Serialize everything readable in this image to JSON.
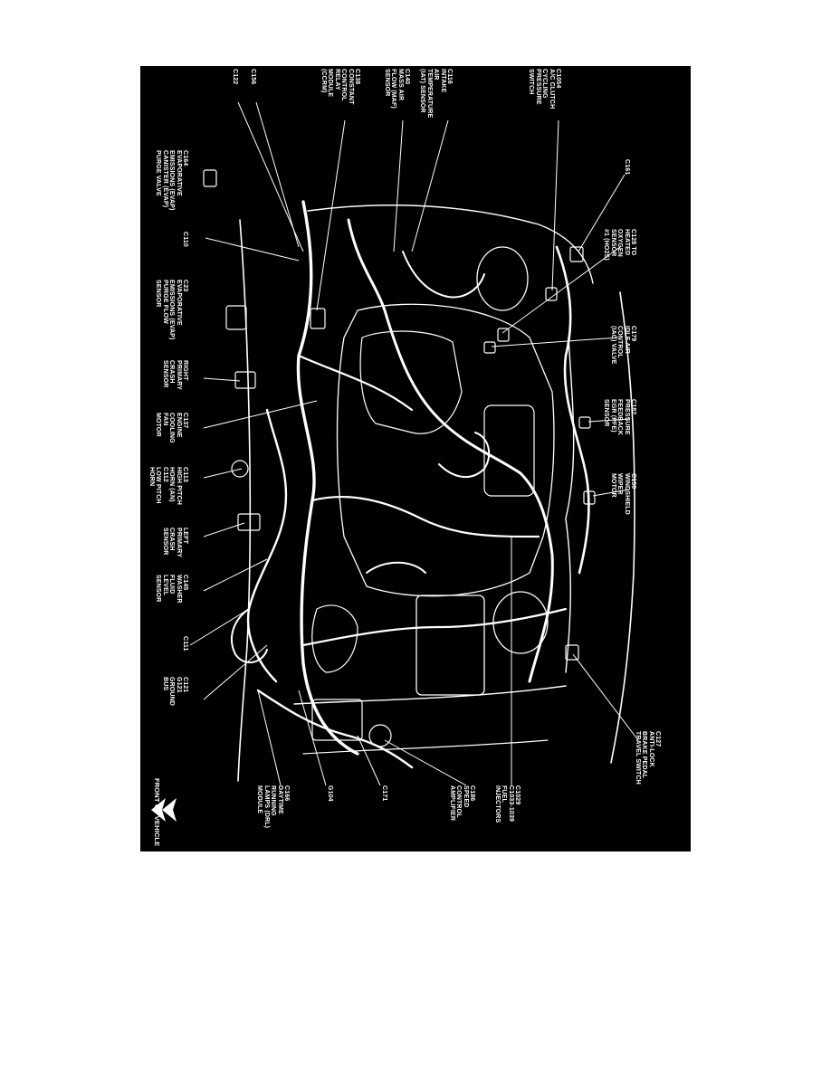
{
  "figure": {
    "background": "#000000",
    "foreground": "#ffffff",
    "page_background": "#ffffff"
  },
  "labels": {
    "c1054": [
      "C1054",
      "A/C CLUTCH",
      "CYCLING",
      "PRESSURE",
      "SWITCH"
    ],
    "c116": [
      "C116",
      "INTAKE",
      "AIR",
      "TEMPERATURE",
      "(IAT) SENSOR"
    ],
    "c140": [
      "C140",
      "MASS AIR",
      "FLOW (MAF)",
      "SENSOR"
    ],
    "c138": [
      "C138",
      "CONSTANT",
      "CONTROL",
      "RELAY",
      "MODULE",
      "(CCRM)"
    ],
    "c156": [
      "C156"
    ],
    "c122": [
      "C122"
    ],
    "c164": [
      "C164",
      "EVAPORATIVE",
      "EMISSIONS (EVAP)",
      "CANISTER (EVAP)",
      "PURGE VALVE"
    ],
    "c110": [
      "C110"
    ],
    "c23": [
      "C23",
      "EVAPORATIVE",
      "EMISSIONS (EVAP)",
      "PURGE FLOW",
      "SENSOR"
    ],
    "c161": [
      "C161"
    ],
    "c128": [
      "C128 TO",
      "HEATED",
      "OXYGEN",
      "SENSOR",
      "#1 (HO2S)"
    ],
    "c179": [
      "C179",
      "IDLE AIR",
      "CONTROL",
      "(IAC) VALVE"
    ],
    "right_crash": [
      "RIGHT",
      "PRIMARY",
      "CRASH",
      "SENSOR"
    ],
    "c182": [
      "C182",
      "PRESSURE",
      "FEEDBACK",
      "EGR (PFE)",
      "SENSOR"
    ],
    "c137": [
      "C137",
      "ENGINE",
      "COOLING",
      "FAN",
      "MOTOR"
    ],
    "c150": [
      "C150",
      "WINDSHIELD",
      "WIPER",
      "MOTOR"
    ],
    "c113": [
      "C113",
      "HIGH PITCH",
      "HORN (AN)",
      "C112",
      "LOW PITCH",
      "HORN"
    ],
    "left_crash": [
      "LEFT",
      "PRIMARY",
      "CRASH",
      "SENSOR"
    ],
    "c145": [
      "C145",
      "WASHER",
      "FLUID",
      "LEVEL",
      "SENSOR"
    ],
    "c111": [
      "C111"
    ],
    "c121": [
      "C121",
      "G121",
      "GROUND",
      "BUS"
    ],
    "c127": [
      "C127",
      "ANTI-LOCK",
      "BRAKE PEDAL",
      "TRAVEL SWITCH"
    ],
    "c1029": [
      "C1029",
      "C1033-1039",
      "FUEL",
      "INJECTORS"
    ],
    "c186": [
      "C186",
      "SPEED",
      "CONTROL",
      "AMPLIFIER"
    ],
    "c171": [
      "C171"
    ],
    "g104": [
      "G104"
    ],
    "c166": [
      "C166",
      "DAYTIME",
      "RUNNING",
      "LAMPS (DRL)",
      "MODULE"
    ],
    "front_of_vehicle": [
      "FRONT OF VEHICLE"
    ]
  }
}
